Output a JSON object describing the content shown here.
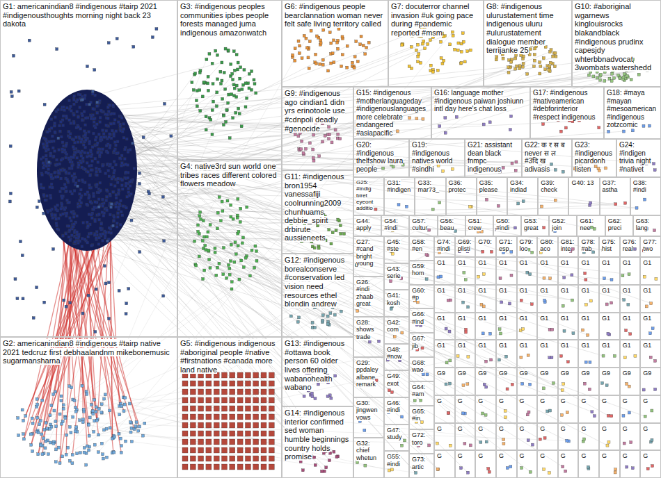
{
  "diagram": {
    "nodes": [
      {
        "text": [
          "G1: americanindian8 #indigenous #tairp 2021 #indigenousthoughts morning night back 23 dakota"
        ]
      },
      {
        "text": [
          "G2: americanindian8 #indigenous #tairp native 2021 tedcruz first debhaalandnm mikebonemusic sugarmansharna"
        ]
      },
      {
        "text": [
          "G3: #indigenous peoples communities ipbes people forests managed juma indigenous amazonwatch"
        ]
      },
      {
        "text": [
          "G4: native3rd sun world one tribes races different colored flowers meadow"
        ]
      },
      {
        "text": [
          "G5: #indigenous indigenous #aboriginal people #native #firstnations #canada more land native"
        ]
      },
      {
        "text": [
          "G6: #indigenous people bearclannation woman never felt safe living territory called"
        ]
      },
      {
        "text": [
          "G7: docuterror channel invasion #uk going pace during #pandemic reported #msm"
        ]
      },
      {
        "text": [
          "G8: #indigenous ulurustatement time indigenous uluru #ulurustatement dialogue member terrijanke 25"
        ]
      },
      {
        "text": [
          "G10: #aboriginal wgarnews kinglouisrocks blakandblack #indigenous prudinx capesjdy whterbbnadvocat 3wombats watershedd"
        ]
      },
      {
        "text": [
          "G9: #indigenous ago cindian1 didn yrs erinotoole use #cdnpoli deadly #genocide"
        ]
      },
      {
        "text": [
          "G11: #indigenous bron1954 vanessafiji coolrunning2009 chunhuams debbie_spirit drbirute aussieneets"
        ]
      },
      {
        "text": [
          "G12: #indigenous borealconserve #conservation led vision need resources ethel blondin andrew"
        ]
      },
      {
        "text": [
          "G13: #indigenous #ottawa book person 60 older lives offering wabanohealth wabano"
        ]
      },
      {
        "text": [
          "G14: #indigenous interior confirmed sed woman humble beginnings country holds promise"
        ]
      },
      {
        "text": [
          "G15: #indigenous #motherlanguageday #indigenouslanguages more celebrate endangered #asiapacific"
        ]
      },
      {
        "text": [
          "G16: language mother #indigenous paiwan joshiunn intl day here's chat loss"
        ]
      },
      {
        "text": [
          "G17: #indigenous #nativeamerican #debforinterior #respect indigenous"
        ]
      },
      {
        "text": [
          "G18: #maya #mayan #mesoamerican #indigenous zotzcomic"
        ]
      },
      {
        "text": [
          "G20: #indigenous thelfshow laura people"
        ]
      },
      {
        "text": [
          "G19: #indigenous natives world #sindhi"
        ]
      },
      {
        "text": [
          "G21: assistant dean black fnmpc indigenous"
        ]
      },
      {
        "text": [
          "G22: क र स ब never स ल #3दि ख adivasis"
        ]
      },
      {
        "text": [
          "G23: #indigenous picardonh listen"
        ]
      },
      {
        "text": [
          "G24: #indigen trivia night #nativet"
        ]
      },
      {
        "text": [
          "G25: #indig biret eyeont additio"
        ]
      },
      {
        "text": [
          "G31: #indigen"
        ]
      },
      {
        "text": [
          "G33: mar73_"
        ]
      },
      {
        "text": [
          "G36: protec"
        ]
      },
      {
        "text": [
          "G35: please"
        ]
      },
      {
        "text": [
          "G34: indiad"
        ]
      },
      {
        "text": [
          "G39: check"
        ]
      },
      {
        "text": [
          "G40: 13"
        ]
      },
      {
        "text": [
          "G37: astha"
        ]
      },
      {
        "text": [
          "G38: #indi"
        ]
      },
      {
        "text": [
          "G44: apply"
        ]
      },
      {
        "text": [
          "G54: #indi"
        ]
      },
      {
        "text": [
          "G57: cultur"
        ]
      },
      {
        "text": [
          "G56: beau"
        ]
      },
      {
        "text": [
          "G51: crew"
        ]
      },
      {
        "text": [
          "G50: #indi"
        ]
      },
      {
        "text": [
          "G53: great"
        ]
      },
      {
        "text": [
          "G52: join"
        ]
      },
      {
        "text": [
          "G61: nee"
        ]
      },
      {
        "text": [
          "G62: preci"
        ]
      },
      {
        "text": [
          "G63: lang"
        ]
      },
      {
        "text": [
          "G27: #cand bright young"
        ]
      },
      {
        "text": [
          "G26: #indi zhaab great"
        ]
      },
      {
        "text": [
          "G28: shows trade"
        ]
      },
      {
        "text": [
          "G29: ppdaley albane remark"
        ]
      },
      {
        "text": [
          "G30: jingwen vows"
        ]
      },
      {
        "text": [
          "G32: chief whetun"
        ]
      },
      {
        "text": [
          "G45: #ste"
        ]
      },
      {
        "text": [
          "G43: serie"
        ]
      },
      {
        "text": [
          "G41: kosh"
        ]
      },
      {
        "text": [
          "G42: com"
        ]
      },
      {
        "text": [
          "G48: #now"
        ]
      },
      {
        "text": [
          "G49: exot"
        ]
      },
      {
        "text": [
          "G46: #indi"
        ]
      },
      {
        "text": [
          "G47: study"
        ]
      },
      {
        "text": [
          "G55: #indi"
        ]
      },
      {
        "text": [
          "G58: #en"
        ]
      },
      {
        "text": [
          "G59: hom"
        ]
      },
      {
        "text": [
          "G60: #p"
        ]
      },
      {
        "text": [
          "G66: #ind"
        ]
      },
      {
        "text": [
          "G67: jib"
        ]
      },
      {
        "text": [
          "G68: wao"
        ]
      },
      {
        "text": [
          "G64: #am"
        ]
      },
      {
        "text": [
          "G65: #in"
        ]
      },
      {
        "text": [
          "G72: toro"
        ]
      },
      {
        "text": [
          "G73: artic"
        ]
      },
      {
        "text": [
          "G74: #indi"
        ]
      },
      {
        "text": [
          "G69: plisti"
        ]
      },
      {
        "text": [
          "G70:"
        ]
      },
      {
        "text": [
          "G71: esp"
        ]
      },
      {
        "text": [
          "G79: loo"
        ]
      },
      {
        "text": [
          "G80: aco"
        ]
      },
      {
        "text": [
          "G81: inte"
        ]
      },
      {
        "text": [
          "G78: #ab"
        ]
      },
      {
        "text": [
          "G75: hist"
        ]
      },
      {
        "text": [
          "G76: real"
        ]
      },
      {
        "text": [
          "G77: two"
        ]
      },
      {
        "text": [
          "G1"
        ]
      },
      {
        "text": [
          "G1"
        ]
      },
      {
        "text": [
          "G1"
        ]
      },
      {
        "text": [
          "G1"
        ]
      },
      {
        "text": [
          "G1"
        ]
      },
      {
        "text": [
          "G1"
        ]
      },
      {
        "text": [
          "G1"
        ]
      },
      {
        "text": [
          "G1"
        ]
      },
      {
        "text": [
          "G1"
        ]
      },
      {
        "text": [
          "G1"
        ]
      },
      {
        "text": [
          "G1"
        ]
      },
      {
        "text": [
          "G1"
        ]
      },
      {
        "text": [
          "G1"
        ]
      },
      {
        "text": [
          "G1"
        ]
      },
      {
        "text": [
          "G1"
        ]
      },
      {
        "text": [
          "G1"
        ]
      },
      {
        "text": [
          "G1"
        ]
      },
      {
        "text": [
          "G1"
        ]
      },
      {
        "text": [
          "G1"
        ]
      },
      {
        "text": [
          "G1"
        ]
      },
      {
        "text": [
          "G1"
        ]
      },
      {
        "text": [
          "G1"
        ]
      },
      {
        "text": [
          "G1"
        ]
      },
      {
        "text": [
          "G1"
        ]
      },
      {
        "text": [
          "G1"
        ]
      },
      {
        "text": [
          "G1"
        ]
      },
      {
        "text": [
          "G1"
        ]
      },
      {
        "text": [
          "G1"
        ]
      },
      {
        "text": [
          "G1"
        ]
      },
      {
        "text": [
          "G1"
        ]
      },
      {
        "text": [
          "G1"
        ]
      },
      {
        "text": [
          "G1"
        ]
      },
      {
        "text": [
          "G1"
        ]
      },
      {
        "text": [
          "G1"
        ]
      },
      {
        "text": [
          "G1"
        ]
      },
      {
        "text": [
          "G1"
        ]
      },
      {
        "text": [
          "G1"
        ]
      },
      {
        "text": [
          "G1"
        ]
      },
      {
        "text": [
          "G1"
        ]
      },
      {
        "text": [
          "G1"
        ]
      },
      {
        "text": [
          "G1"
        ]
      },
      {
        "text": [
          "G1"
        ]
      },
      {
        "text": [
          "G1"
        ]
      },
      {
        "text": [
          "G1"
        ]
      },
      {
        "text": [
          "G9"
        ]
      },
      {
        "text": [
          "G9"
        ]
      },
      {
        "text": [
          "G9"
        ]
      },
      {
        "text": [
          "G9"
        ]
      },
      {
        "text": [
          "G9"
        ]
      },
      {
        "text": [
          "G9"
        ]
      },
      {
        "text": [
          "G9"
        ]
      },
      {
        "text": [
          "G9"
        ]
      },
      {
        "text": [
          "G9"
        ]
      },
      {
        "text": [
          "G9"
        ]
      },
      {
        "text": [
          "G9"
        ]
      },
      {
        "text": [
          "G"
        ]
      },
      {
        "text": [
          "G"
        ]
      },
      {
        "text": [
          "G"
        ]
      },
      {
        "text": [
          "G"
        ]
      },
      {
        "text": [
          "G"
        ]
      },
      {
        "text": [
          "G"
        ]
      },
      {
        "text": [
          "G"
        ]
      },
      {
        "text": [
          "G"
        ]
      },
      {
        "text": [
          "G"
        ]
      },
      {
        "text": [
          "G"
        ]
      },
      {
        "text": [
          "G"
        ]
      },
      {
        "text": [
          "G"
        ]
      },
      {
        "text": [
          "G"
        ]
      },
      {
        "text": [
          "G"
        ]
      },
      {
        "text": [
          "G"
        ]
      },
      {
        "text": [
          "G"
        ]
      },
      {
        "text": [
          "G"
        ]
      },
      {
        "text": [
          "G"
        ]
      },
      {
        "text": [
          "G"
        ]
      },
      {
        "text": [
          "G"
        ]
      },
      {
        "text": [
          "G"
        ]
      },
      {
        "text": [
          "G"
        ]
      },
      {
        "text": [
          "G"
        ]
      },
      {
        "text": [
          "G"
        ]
      },
      {
        "text": [
          "G"
        ]
      },
      {
        "text": [
          "G"
        ]
      },
      {
        "text": [
          "G"
        ]
      },
      {
        "text": [
          "G"
        ]
      },
      {
        "text": [
          "G"
        ]
      },
      {
        "text": [
          "G"
        ]
      },
      {
        "text": [
          "G"
        ]
      },
      {
        "text": [
          "G"
        ]
      },
      {
        "text": [
          "G"
        ]
      }
    ]
  }
}
